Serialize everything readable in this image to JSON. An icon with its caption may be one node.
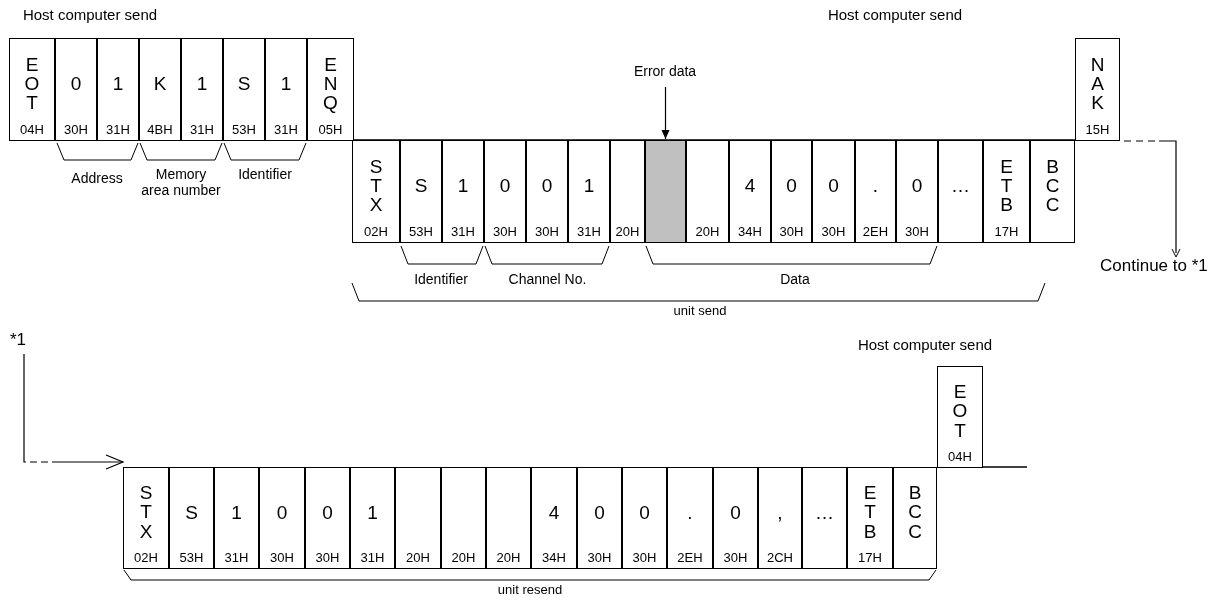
{
  "diagram": {
    "nodes": [
      {
        "text": [
          "EOT",
          "04H"
        ]
      },
      {
        "text": [
          "0",
          "30H"
        ]
      },
      {
        "text": [
          "1",
          "31H"
        ]
      },
      {
        "text": [
          "K",
          "4BH"
        ]
      },
      {
        "text": [
          "1",
          "31H"
        ]
      },
      {
        "text": [
          "S",
          "53H"
        ]
      },
      {
        "text": [
          "1",
          "31H"
        ]
      },
      {
        "text": [
          "ENQ",
          "05H"
        ]
      },
      {
        "text": [
          "STX",
          "02H"
        ]
      },
      {
        "text": [
          "S",
          "53H"
        ]
      },
      {
        "text": [
          "1",
          "31H"
        ]
      },
      {
        "text": [
          "0",
          "30H"
        ]
      },
      {
        "text": [
          "0",
          "30H"
        ]
      },
      {
        "text": [
          "1",
          "31H"
        ]
      },
      {
        "text": [
          "20H"
        ]
      },
      {
        "text": [],
        "shape": "box"
      },
      {
        "text": [
          "20H"
        ]
      },
      {
        "text": [
          "4",
          "34H"
        ]
      },
      {
        "text": [
          "0",
          "30H"
        ]
      },
      {
        "text": [
          "0",
          "30H"
        ]
      },
      {
        "text": [
          ".",
          "2EH"
        ]
      },
      {
        "text": [
          "0",
          "30H"
        ]
      },
      {
        "text": [
          "…"
        ]
      },
      {
        "text": [
          "ETB",
          "17H"
        ]
      },
      {
        "text": [
          "BCC"
        ]
      },
      {
        "text": [
          "NAK",
          "15H"
        ]
      },
      {
        "text": [
          "Error data"
        ]
      },
      {
        "text": [
          "Continue to *1"
        ]
      },
      {
        "text": [
          "*1"
        ]
      },
      {
        "text": [
          "STX",
          "02H"
        ]
      },
      {
        "text": [
          "S",
          "53H"
        ]
      },
      {
        "text": [
          "1",
          "31H"
        ]
      },
      {
        "text": [
          "0",
          "30H"
        ]
      },
      {
        "text": [
          "0",
          "30H"
        ]
      },
      {
        "text": [
          "1",
          "31H"
        ]
      },
      {
        "text": [
          "20H"
        ]
      },
      {
        "text": [
          "20H"
        ]
      },
      {
        "text": [
          "20H"
        ]
      },
      {
        "text": [
          "4",
          "34H"
        ]
      },
      {
        "text": [
          "0",
          "30H"
        ]
      },
      {
        "text": [
          "0",
          "30H"
        ]
      },
      {
        "text": [
          ".",
          "2EH"
        ]
      },
      {
        "text": [
          "0",
          "30H"
        ]
      },
      {
        "text": [
          ",",
          "2CH"
        ]
      },
      {
        "text": [
          "…"
        ]
      },
      {
        "text": [
          "ETB",
          "17H"
        ]
      },
      {
        "text": [
          "BCC"
        ]
      },
      {
        "text": [
          "EOT",
          "04H"
        ]
      }
    ],
    "edges": [
      {
        "from": 26,
        "to": 15,
        "arrow": "to"
      },
      {
        "from": 25,
        "to": 27,
        "arrow": "to",
        "style": "dashed"
      },
      {
        "from": 28,
        "to": 29,
        "arrow": "to",
        "style": "dashed"
      }
    ],
    "labels": [
      "Host computer send",
      "Host computer send",
      "Address",
      "Memory area number",
      "Identifier",
      "Identifier",
      "Channel No.",
      "Data",
      "unit send",
      "Host computer send",
      "unit resend"
    ]
  }
}
